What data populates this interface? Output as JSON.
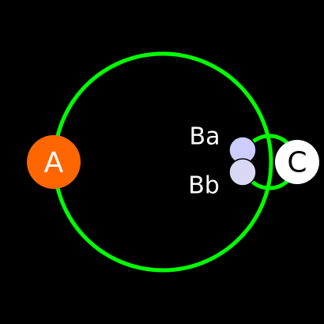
{
  "colors": {
    "background": "#000000",
    "orbit": "#00ff00",
    "node_a": "#ff6600",
    "node_b": "#ccccff",
    "node_b_lower": "#d8d8f4",
    "node_c": "#ffffff",
    "label_light": "#ffffff",
    "label_dark": "#000000"
  },
  "nodes": {
    "a": {
      "label": "A"
    },
    "ba": {
      "label": "Ba"
    },
    "bb": {
      "label": "Bb"
    },
    "c": {
      "label": "C"
    }
  }
}
